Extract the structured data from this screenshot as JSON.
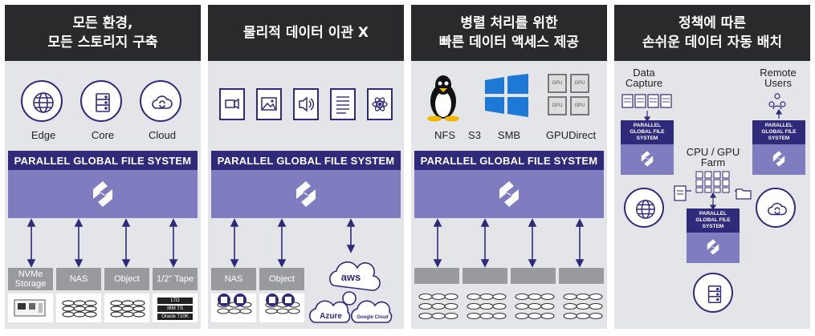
{
  "panels": [
    {
      "title_line1": "모든 환경,",
      "title_line2": "모든 스토리지 구축",
      "locations": [
        "Edge",
        "Core",
        "Cloud"
      ],
      "pgfs_label": "PARALLEL GLOBAL FILE SYSTEM",
      "storage": [
        "NVMe Storage",
        "NAS",
        "Object",
        "1/2\" Tape"
      ],
      "tape_labels": [
        "LTO",
        "IBM TS",
        "Oracle T10K"
      ]
    },
    {
      "title_line1": "물리적 데이터 이관 X",
      "file_icons": [
        "video-file-icon",
        "image-file-icon",
        "audio-file-icon",
        "text-file-icon",
        "science-file-icon"
      ],
      "pgfs_label": "PARALLEL GLOBAL FILE SYSTEM",
      "storage": [
        "NAS",
        "Object"
      ],
      "cloud_labels": [
        "aws",
        "Azure",
        "Google Cloud"
      ]
    },
    {
      "title_line1": "병렬 처리를 위한",
      "title_line2": "빠른 데이터 액세스 제공",
      "protocols": [
        "NFS",
        "S3",
        "SMB",
        "GPUDirect"
      ],
      "gpu_label": "GPU",
      "pgfs_label": "PARALLEL GLOBAL FILE SYSTEM"
    },
    {
      "title_line1": "정책에 따른",
      "title_line2": "손쉬운 데이터 자동 배치",
      "data_capture": "Data Capture",
      "remote_users": "Remote Users",
      "cpu_gpu": "CPU / GPU Farm",
      "mini_pgfs": "PARALLEL GLOBAL FILE SYSTEM"
    }
  ],
  "colors": {
    "header": "#2a2a2c",
    "navy": "#2f2a7a",
    "lavender": "#7f7cc0",
    "panel_bg": "#e4e5e8",
    "storage_gray": "#999a9e"
  }
}
